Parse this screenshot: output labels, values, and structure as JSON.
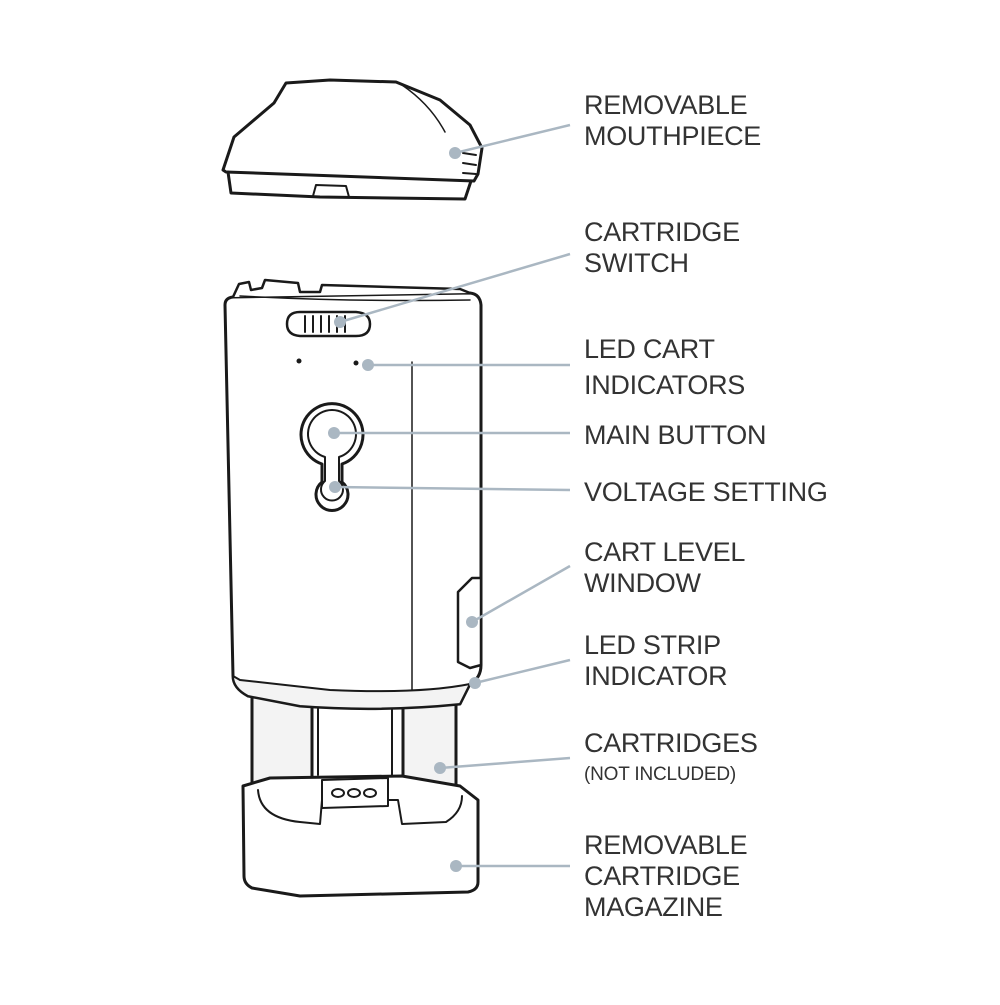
{
  "colors": {
    "outline": "#1a1a1a",
    "shading": "#f3f3f3",
    "leader": "#aab7c2",
    "label_text": "#333333"
  },
  "callouts": [
    {
      "id": "mouthpiece",
      "lines": [
        "REMOVABLE",
        "MOUTHPIECE"
      ]
    },
    {
      "id": "cartridge-switch",
      "lines": [
        "CARTRIDGE",
        "SWITCH"
      ]
    },
    {
      "id": "led-cart-indicators",
      "lines": [
        "LED CART",
        "INDICATORS"
      ]
    },
    {
      "id": "main-button",
      "lines": [
        "MAIN BUTTON"
      ]
    },
    {
      "id": "voltage-setting",
      "lines": [
        "VOLTAGE SETTING"
      ]
    },
    {
      "id": "cart-level-window",
      "lines": [
        "CART LEVEL",
        "WINDOW"
      ]
    },
    {
      "id": "led-strip-indicator",
      "lines": [
        "LED STRIP",
        "INDICATOR"
      ]
    },
    {
      "id": "cartridges",
      "lines": [
        "CARTRIDGES"
      ],
      "note": "(NOT INCLUDED)"
    },
    {
      "id": "cartridge-magazine",
      "lines": [
        "REMOVABLE",
        "CARTRIDGE",
        "MAGAZINE"
      ]
    }
  ]
}
